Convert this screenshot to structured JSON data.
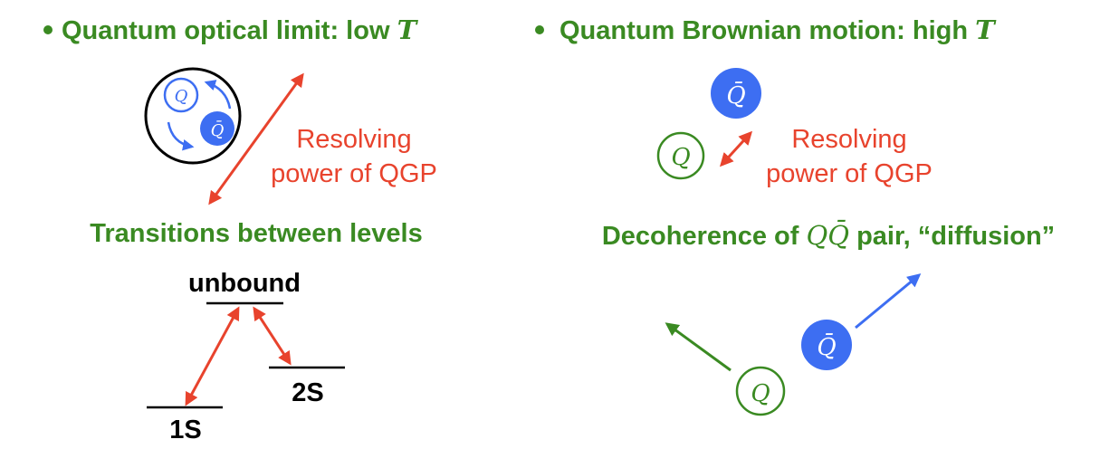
{
  "left": {
    "title": "Quantum optical limit: low ",
    "title_var": "T",
    "quark": "Q",
    "antiquark": "Q̄",
    "resolving_line1": "Resolving",
    "resolving_line2": "power of QGP",
    "subtitle": "Transitions between levels",
    "levels": {
      "unbound": "unbound",
      "two_s": "2S",
      "one_s": "1S"
    }
  },
  "right": {
    "title": "Quantum Brownian motion: high ",
    "title_var": "T",
    "quark": "Q",
    "antiquark": "Q̄",
    "resolving_line1": "Resolving",
    "resolving_line2": "power of QGP",
    "subtitle_pre": "Decoherence of ",
    "subtitle_math": "QQ̄",
    "subtitle_post": " pair, “diffusion”"
  },
  "colors": {
    "green": "#3a8a22",
    "red": "#e8432d",
    "blue": "#3d6ef2"
  }
}
